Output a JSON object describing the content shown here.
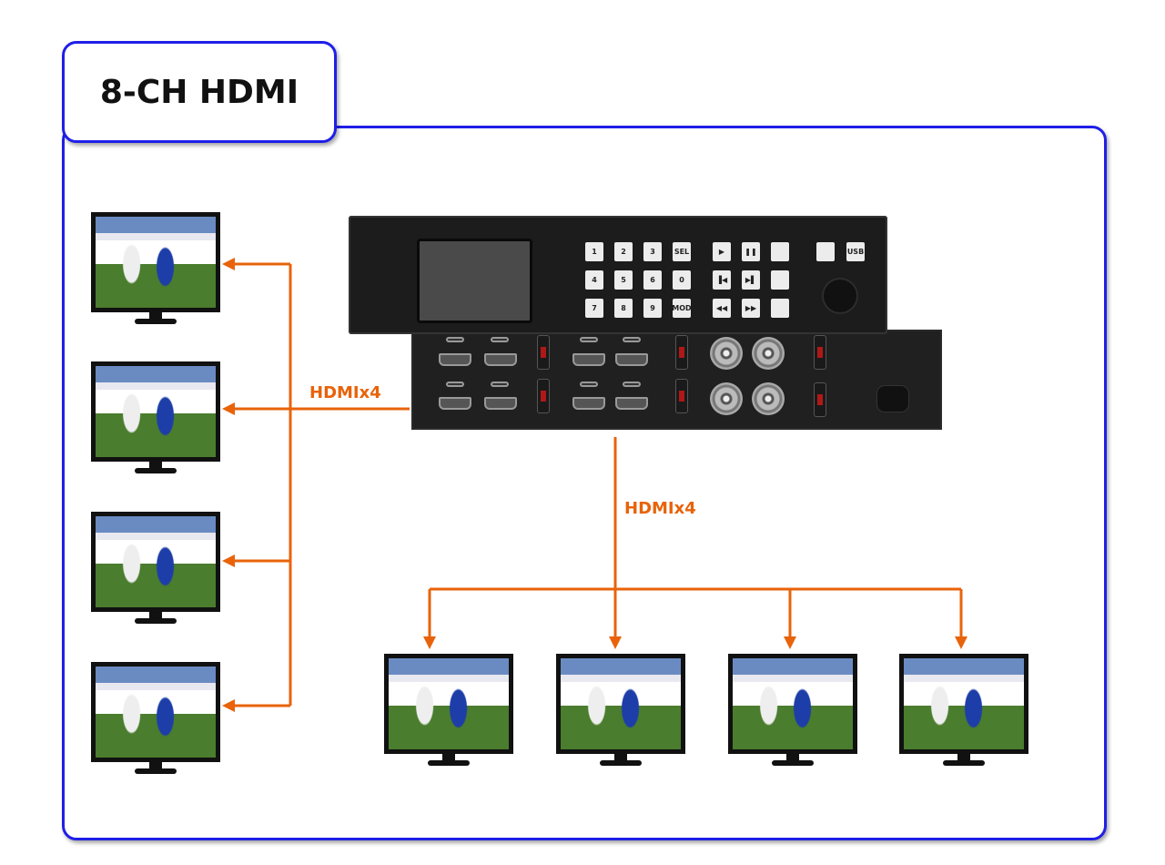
{
  "title": "8-CH HDMI",
  "labels": {
    "left_output": "HDMIx4",
    "bottom_output": "HDMIx4"
  },
  "device": {
    "keypad": [
      "1",
      "2",
      "3",
      "SEL",
      "4",
      "5",
      "6",
      "0",
      "7",
      "8",
      "9",
      "MOD"
    ],
    "transport": [
      "▶",
      "❚❚",
      "",
      "▐◀",
      "▶▌",
      "",
      "◀◀",
      "▶▶",
      ""
    ],
    "aux": [
      "",
      "USB"
    ]
  },
  "colors": {
    "border": "#1f1fe8",
    "arrow": "#e8630a"
  }
}
